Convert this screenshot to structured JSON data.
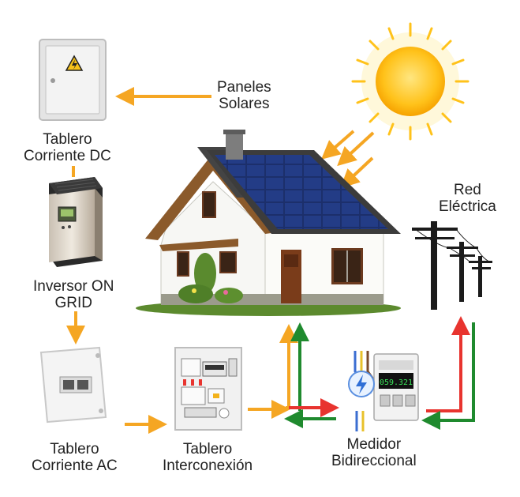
{
  "labels": {
    "solar_panels": [
      "Paneles",
      "Solares"
    ],
    "dc_board": [
      "Tablero",
      "Corriente DC"
    ],
    "inverter": [
      "Inversor ON",
      "GRID"
    ],
    "ac_board": [
      "Tablero",
      "Corriente AC"
    ],
    "interconnection_board": [
      "Tablero",
      "Interconexión"
    ],
    "bidirectional_meter": [
      "Medidor",
      "Bidireccional"
    ],
    "grid": [
      "Red",
      "Eléctrica"
    ]
  },
  "meter_display": "059.321",
  "colors": {
    "solar_flow": "#f5a623",
    "import_flow": "#e8342f",
    "export_flow": "#1f8a2e",
    "sun": "#ffc21a",
    "panel": "#1c2f6b"
  },
  "icons": {
    "sun": "sun-icon",
    "warning": "high-voltage-warning-icon",
    "house": "house-icon",
    "pole": "utility-pole-icon"
  }
}
